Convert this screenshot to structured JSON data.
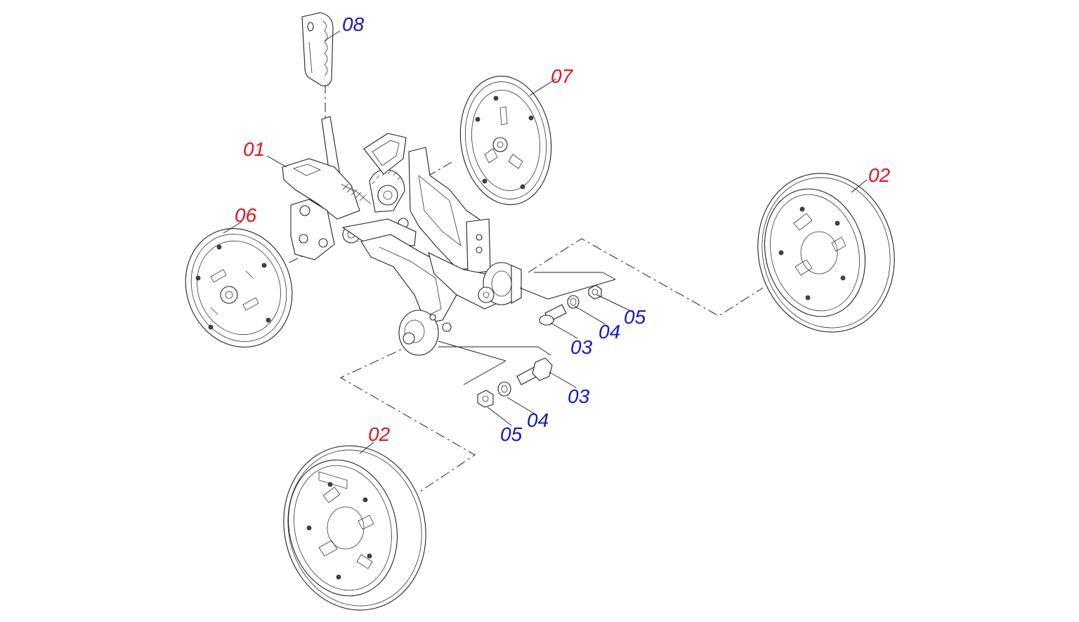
{
  "parts": [
    {
      "id": "label-01",
      "text": "01",
      "color": "#e0141c"
    },
    {
      "id": "label-02-right",
      "text": "02",
      "color": "#e0141c"
    },
    {
      "id": "label-02-bottom",
      "text": "02",
      "color": "#e0141c"
    },
    {
      "id": "label-03-upper",
      "text": "03",
      "color": "#1616c8"
    },
    {
      "id": "label-03-lower",
      "text": "03",
      "color": "#1616c8"
    },
    {
      "id": "label-04-upper",
      "text": "04",
      "color": "#1616c8"
    },
    {
      "id": "label-04-lower",
      "text": "04",
      "color": "#1616c8"
    },
    {
      "id": "label-05-upper",
      "text": "05",
      "color": "#1616c8"
    },
    {
      "id": "label-05-lower",
      "text": "05",
      "color": "#1616c8"
    },
    {
      "id": "label-06",
      "text": "06",
      "color": "#e0141c"
    },
    {
      "id": "label-07",
      "text": "07",
      "color": "#e0141c"
    },
    {
      "id": "label-08",
      "text": "08",
      "color": "#1616c8"
    }
  ]
}
